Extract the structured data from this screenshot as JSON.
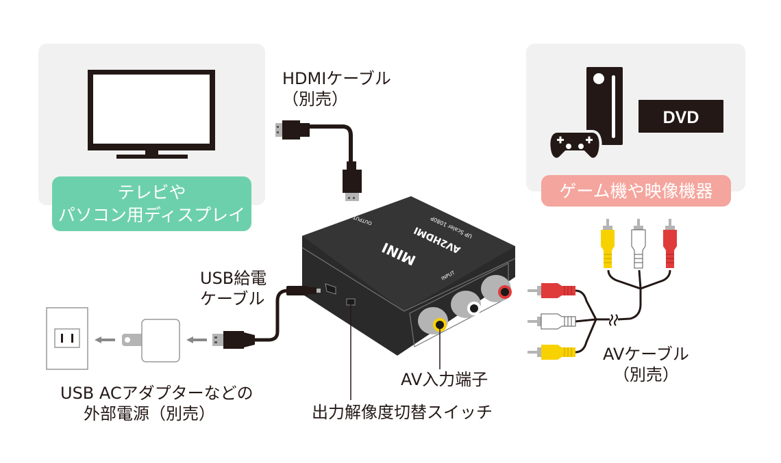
{
  "colors": {
    "panel_bg": "#f1f1f1",
    "display_badge": "#6dd0ad",
    "source_badge": "#f4a59d",
    "device_body": "#2f2f2f",
    "ink": "#231815",
    "rca_yellow": "#f8d100",
    "rca_white": "#ffffff",
    "rca_red": "#e03b3b",
    "connector_gray": "#b4b4b4"
  },
  "display_panel": {
    "icon": "tv-monitor-icon",
    "badge_lines": [
      "テレビや",
      "パソコン用ディスプレイ"
    ]
  },
  "source_panel": {
    "icons": [
      "game-console-icon",
      "game-controller-icon",
      "dvd-player-icon"
    ],
    "dvd_label": "DVD",
    "badge_label": "ゲーム機や映像機器"
  },
  "hdmi_cable": {
    "icon": "hdmi-cable-icon",
    "label_lines": [
      "HDMIケーブル",
      "（別売）"
    ]
  },
  "usb_cable": {
    "icon": "usb-cable-icon",
    "label_lines": [
      "USB給電",
      "ケーブル"
    ]
  },
  "power_source": {
    "icons": [
      "wall-outlet-icon",
      "ac-adapter-icon",
      "arrow-left-icon"
    ],
    "label_lines": [
      "USB ACアダプターなどの",
      "外部電源（別売）"
    ]
  },
  "converter": {
    "icon": "av2hdmi-converter-icon",
    "top_text": [
      "MINI",
      "AV2HDMI",
      "UP Scaler 1080P",
      "OUTPUT"
    ],
    "front_text": "INPUT",
    "callouts": {
      "av_input": "AV入力端子",
      "switch": "出力解像度切替スイッチ"
    }
  },
  "av_cable": {
    "icon": "rca-av-cable-icon",
    "plug_colors": [
      "yellow",
      "white",
      "red"
    ],
    "label_lines": [
      "AVケーブル",
      "（別売）"
    ]
  }
}
